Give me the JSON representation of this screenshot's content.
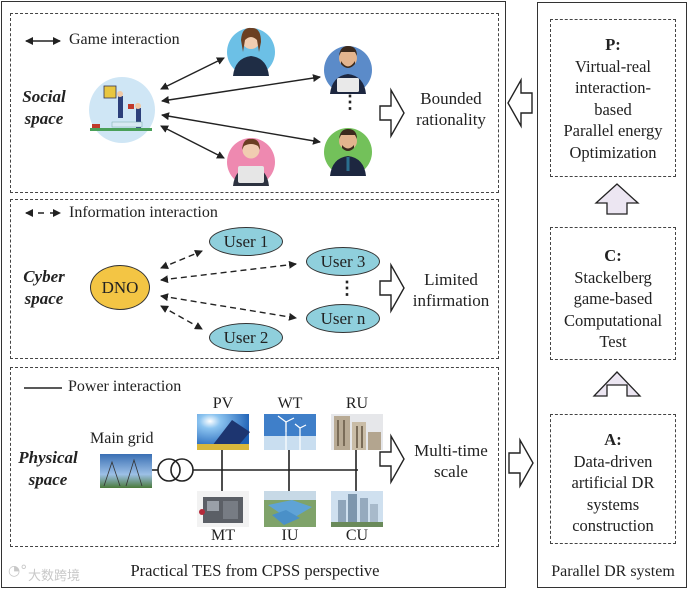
{
  "left_panel": {
    "caption": "Practical TES from CPSS perspective",
    "social": {
      "legend": "Game interaction",
      "label_line1": "Social",
      "label_line2": "space",
      "result_line1": "Bounded",
      "result_line2": "rationality",
      "ellipsis": "⋮",
      "hub_icon": "workers-illustration-icon",
      "agent_icons": [
        "businesswoman-avatar-icon",
        "businesswoman-laptop-avatar-icon",
        "businessman-tablet-avatar-icon",
        "businessman-phone-avatar-icon"
      ]
    },
    "cyber": {
      "legend": "Information interaction",
      "label_line1": "Cyber",
      "label_line2": "space",
      "hub": "DNO",
      "users": [
        "User 1",
        "User 2",
        "User 3",
        "User n"
      ],
      "ellipsis": "⋮",
      "result_line1": "Limited",
      "result_line2": "infirmation"
    },
    "physical": {
      "legend": "Power interaction",
      "label_line1": "Physical",
      "label_line2": "space",
      "main_grid": "Main grid",
      "top_nodes": [
        "PV",
        "WT",
        "RU"
      ],
      "bottom_nodes": [
        "MT",
        "IU",
        "CU"
      ],
      "result_line1": "Multi-time",
      "result_line2": "scale"
    }
  },
  "right_panel": {
    "caption": "Parallel DR system",
    "boxes": [
      {
        "key": "P:",
        "lines": [
          "Virtual-real",
          "interaction-",
          "based",
          "Parallel energy",
          "Optimization"
        ]
      },
      {
        "key": "C:",
        "lines": [
          "Stackelberg",
          "game-based",
          "Computational",
          "Test"
        ]
      },
      {
        "key": "A:",
        "lines": [
          "Data-driven",
          "artificial DR",
          "systems",
          "construction"
        ]
      }
    ]
  },
  "watermark": "大数跨境",
  "colors": {
    "user_fill": "#8fcfdc",
    "dno_fill": "#f3c544",
    "up_arrow_fill": "#ece6f2"
  }
}
